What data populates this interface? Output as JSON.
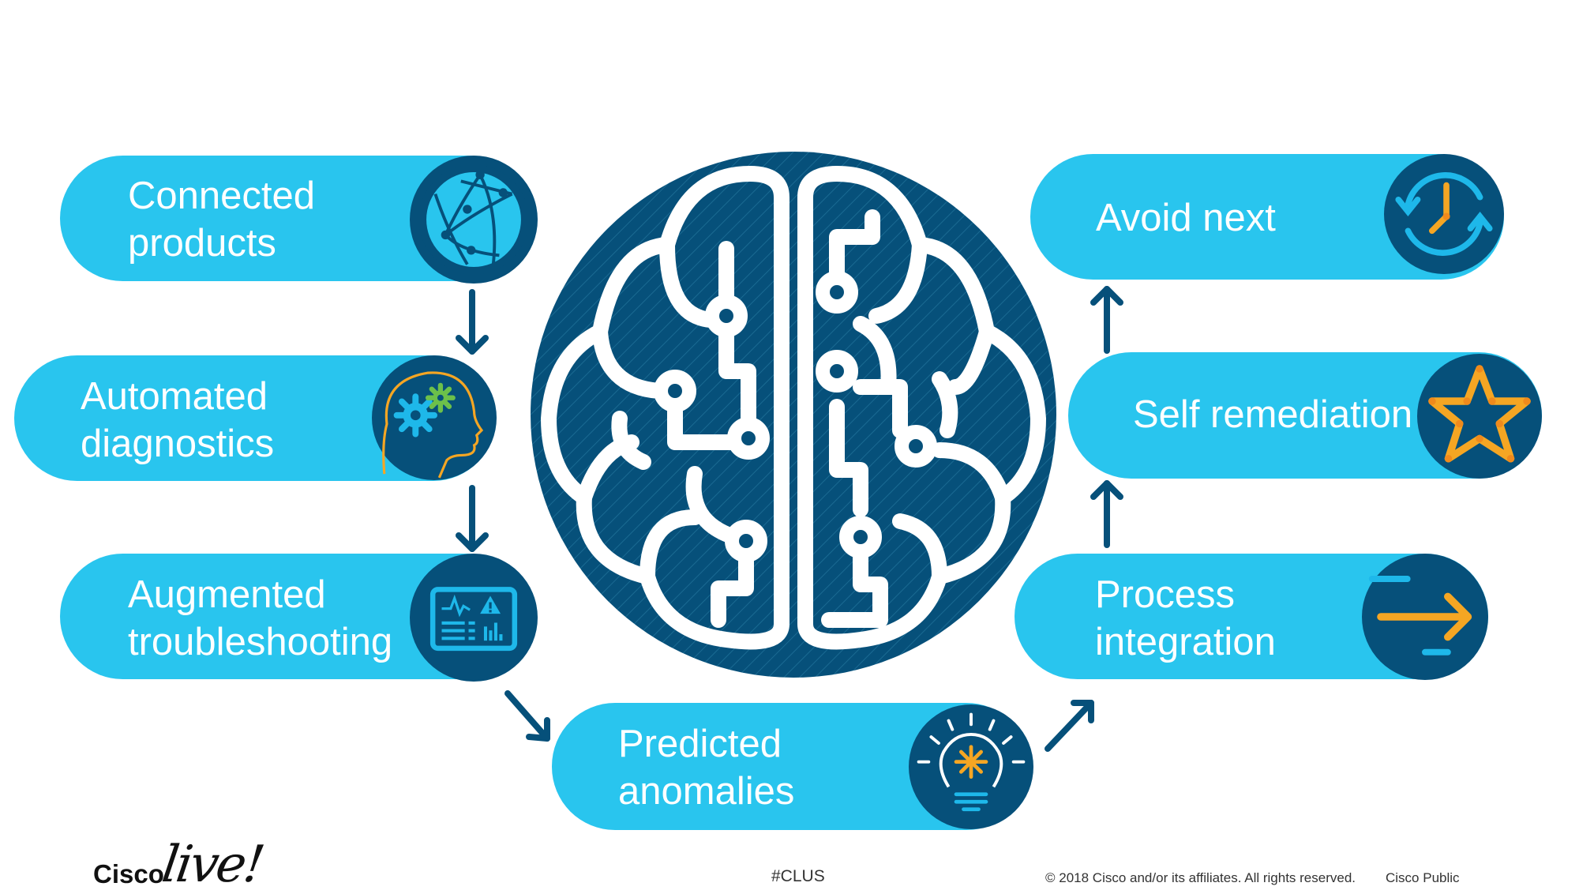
{
  "steps": {
    "connected": {
      "line1": "Connected",
      "line2": "products",
      "icon": "globe-network-icon"
    },
    "automated": {
      "line1": "Automated",
      "line2": "diagnostics",
      "icon": "head-gears-icon"
    },
    "augmented": {
      "line1": "Augmented",
      "line2": "troubleshooting",
      "icon": "dashboard-alert-icon"
    },
    "predicted": {
      "line1": "Predicted",
      "line2": "anomalies",
      "icon": "lightbulb-icon"
    },
    "process": {
      "line1": "Process",
      "line2": "integration",
      "icon": "arrow-right-icon"
    },
    "self": {
      "line1": "Self remediation",
      "icon": "star-icon"
    },
    "avoid": {
      "line1": "Avoid next",
      "icon": "clock-cycle-icon"
    }
  },
  "center": {
    "icon": "brain-circuit-icon"
  },
  "colors": {
    "pill": "#29C5EE",
    "navy": "#06507A",
    "orange": "#F5A623",
    "green": "#6CC04A"
  },
  "footer": {
    "logo_cisco": "Cisco",
    "logo_live": "live!",
    "hashtag": "#CLUS",
    "copyright": "© 2018  Cisco and/or its affiliates. All rights reserved.",
    "classification": "Cisco Public"
  }
}
